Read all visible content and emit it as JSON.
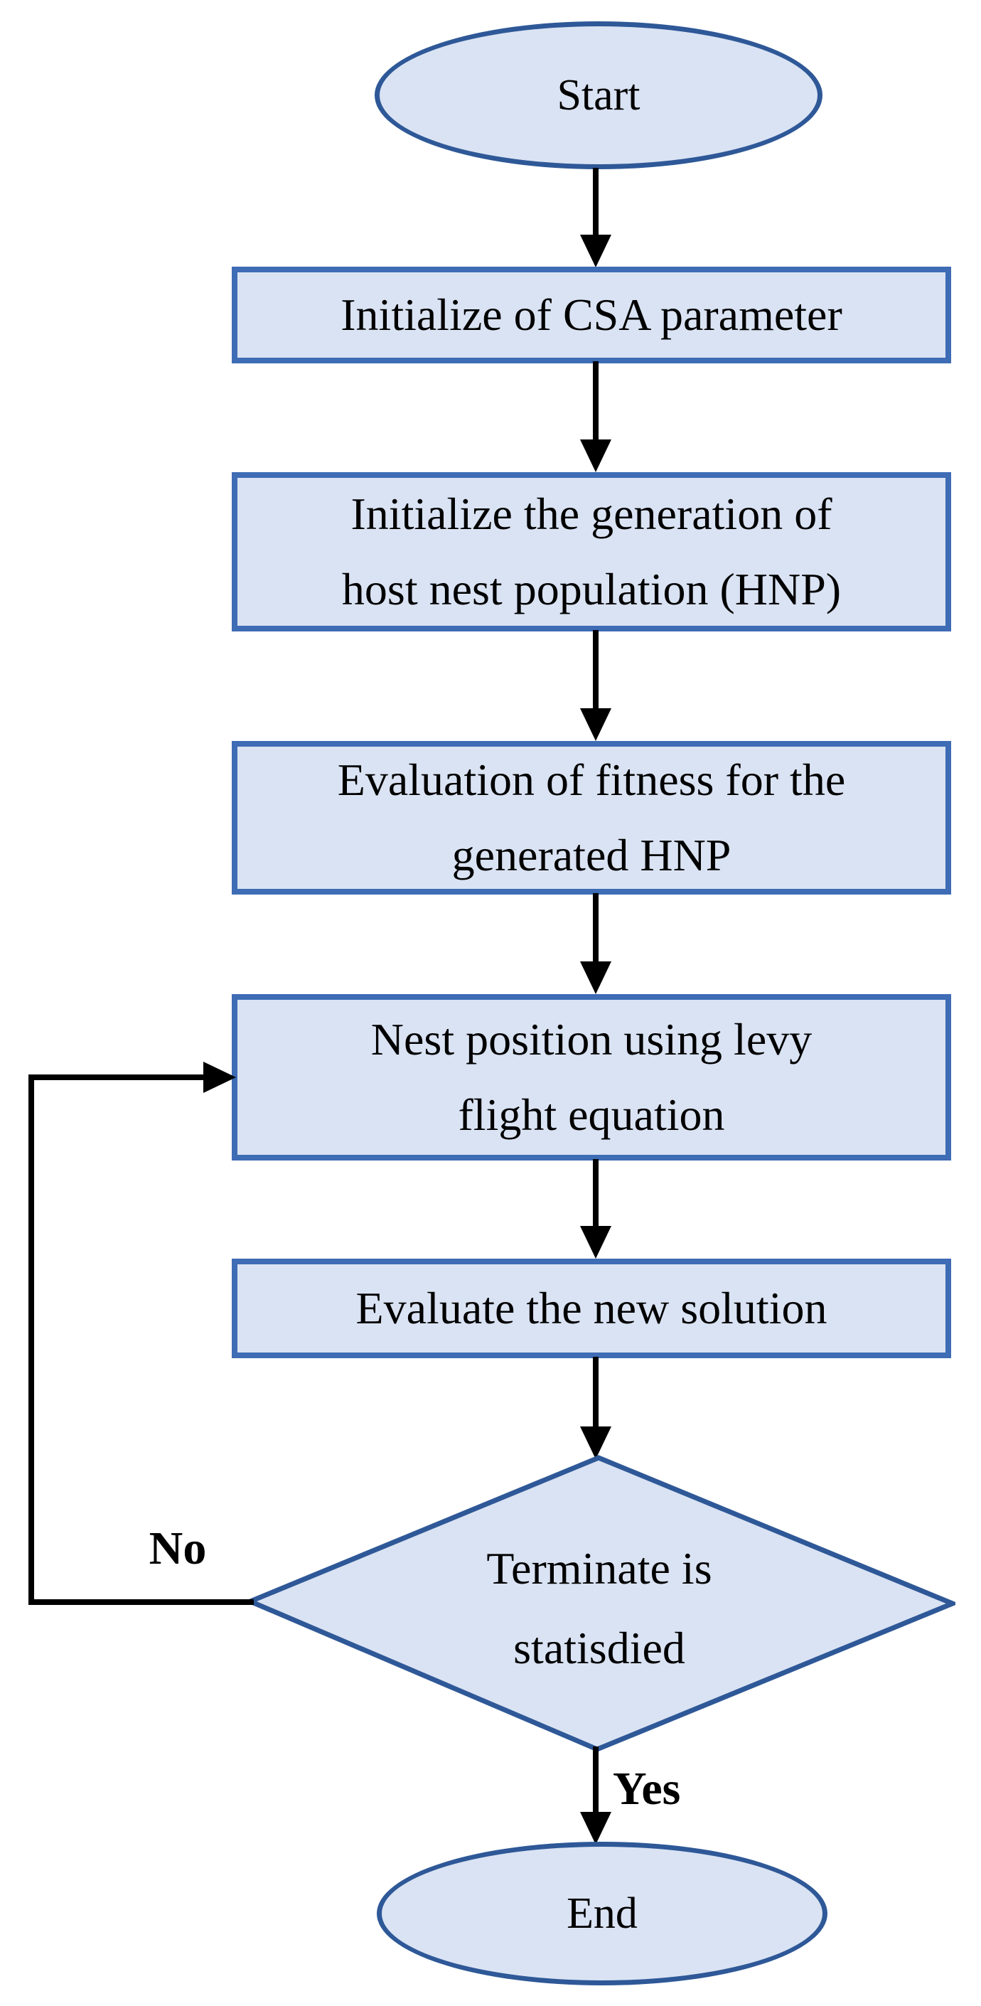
{
  "flowchart": {
    "algorithm": "CSA",
    "nodes": [
      {
        "id": "start",
        "type": "terminator",
        "label": "Start"
      },
      {
        "id": "init_csa",
        "type": "process",
        "label": "Initialize of CSA parameter"
      },
      {
        "id": "init_hnp",
        "type": "process",
        "label": "Initialize the generation of host nest population (HNP)",
        "lines": [
          "Initialize the generation of",
          "host nest population (HNP)"
        ]
      },
      {
        "id": "eval_fitness",
        "type": "process",
        "label": "Evaluation of fitness for the generated HNP",
        "lines": [
          "Evaluation of fitness for the",
          "generated HNP"
        ]
      },
      {
        "id": "nest_position",
        "type": "process",
        "label": "Nest position using levy flight equation",
        "lines": [
          "Nest position using levy",
          "flight equation"
        ]
      },
      {
        "id": "eval_solution",
        "type": "process",
        "label": "Evaluate the new solution"
      },
      {
        "id": "terminate",
        "type": "decision",
        "label": "Terminate is statisdied",
        "lines": [
          "Terminate is",
          "statisdied"
        ]
      },
      {
        "id": "end",
        "type": "terminator",
        "label": "End"
      }
    ],
    "edges": [
      {
        "from": "start",
        "to": "init_csa",
        "label": ""
      },
      {
        "from": "init_csa",
        "to": "init_hnp",
        "label": ""
      },
      {
        "from": "init_hnp",
        "to": "eval_fitness",
        "label": ""
      },
      {
        "from": "eval_fitness",
        "to": "nest_position",
        "label": ""
      },
      {
        "from": "nest_position",
        "to": "eval_solution",
        "label": ""
      },
      {
        "from": "eval_solution",
        "to": "terminate",
        "label": ""
      },
      {
        "from": "terminate",
        "to": "end",
        "label": "Yes"
      },
      {
        "from": "terminate",
        "to": "nest_position",
        "label": "No"
      }
    ],
    "colors": {
      "node_fill": "#dae3f3",
      "process_border": "#3e6cb5",
      "terminator_border": "#2e5897",
      "arrow": "#000000",
      "text": "#000000"
    }
  }
}
